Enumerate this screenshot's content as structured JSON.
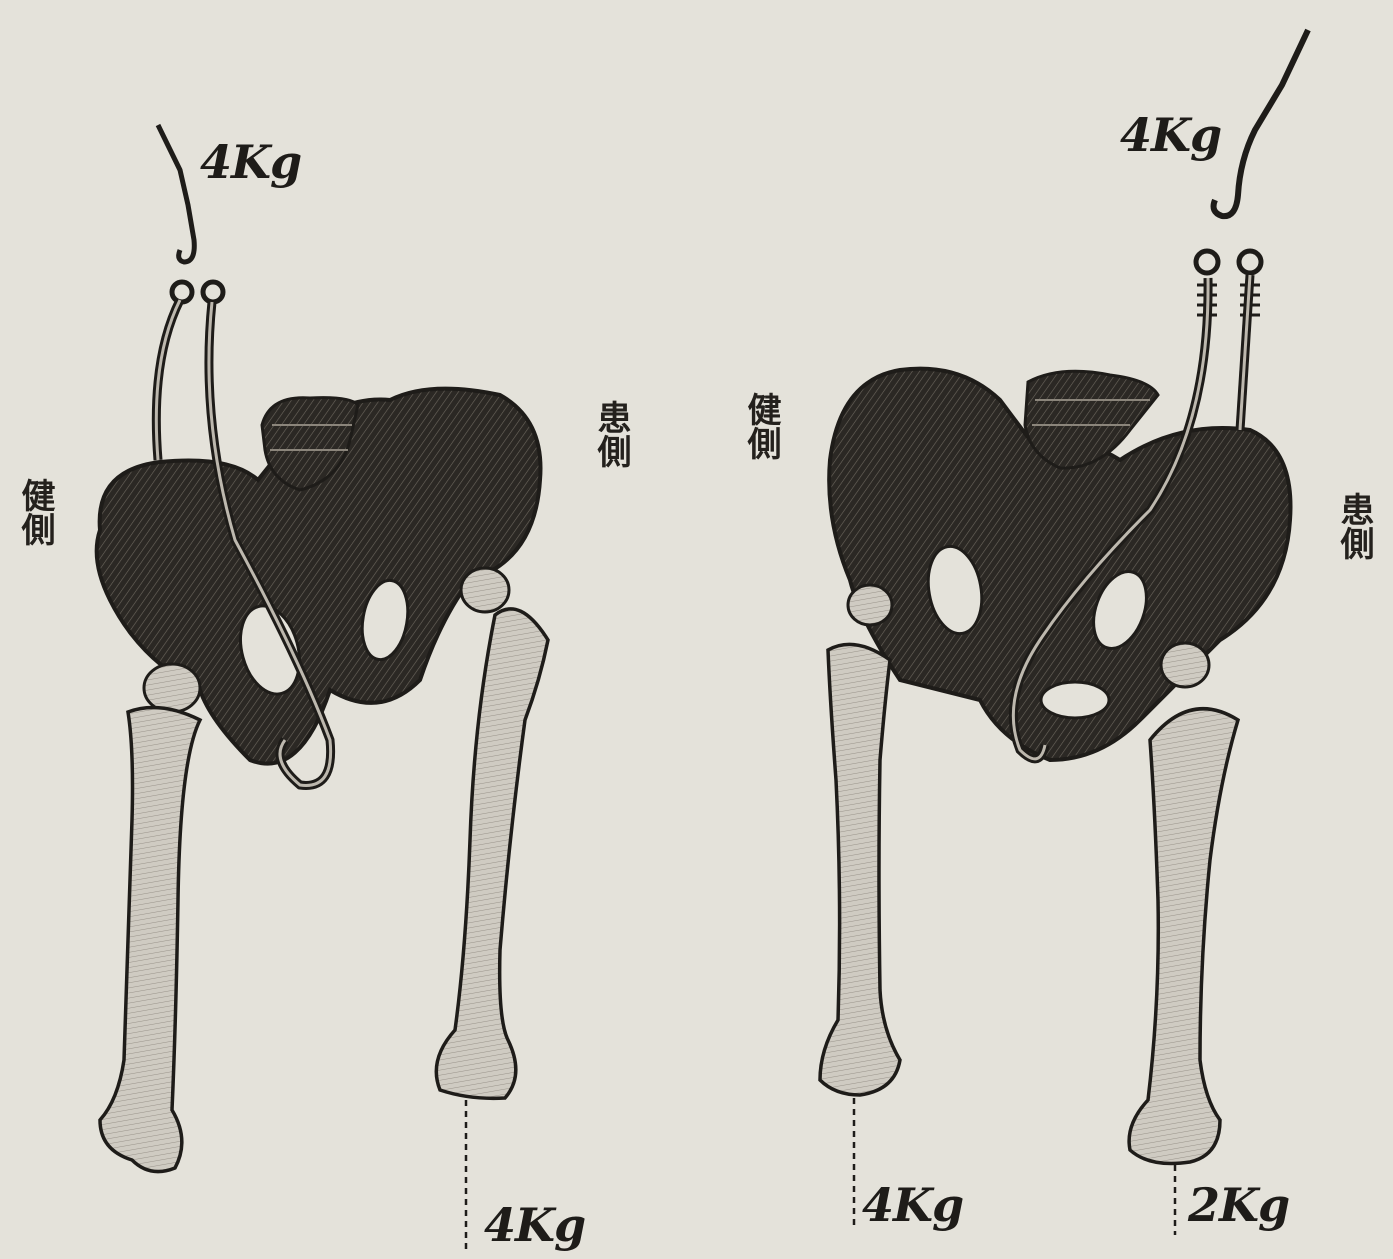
{
  "figures": [
    {
      "top_weight": "4Kg",
      "healthy_label": "健側",
      "affected_label": "患側",
      "bottom_weights": [
        "4Kg"
      ]
    },
    {
      "top_weight": "4Kg",
      "healthy_label": "健側",
      "affected_label": "患側",
      "bottom_weights": [
        "4Kg",
        "2Kg"
      ]
    }
  ],
  "colors": {
    "paper": "#e4e2da",
    "ink": "#1e1c19",
    "bone": "#c9c5bb"
  }
}
